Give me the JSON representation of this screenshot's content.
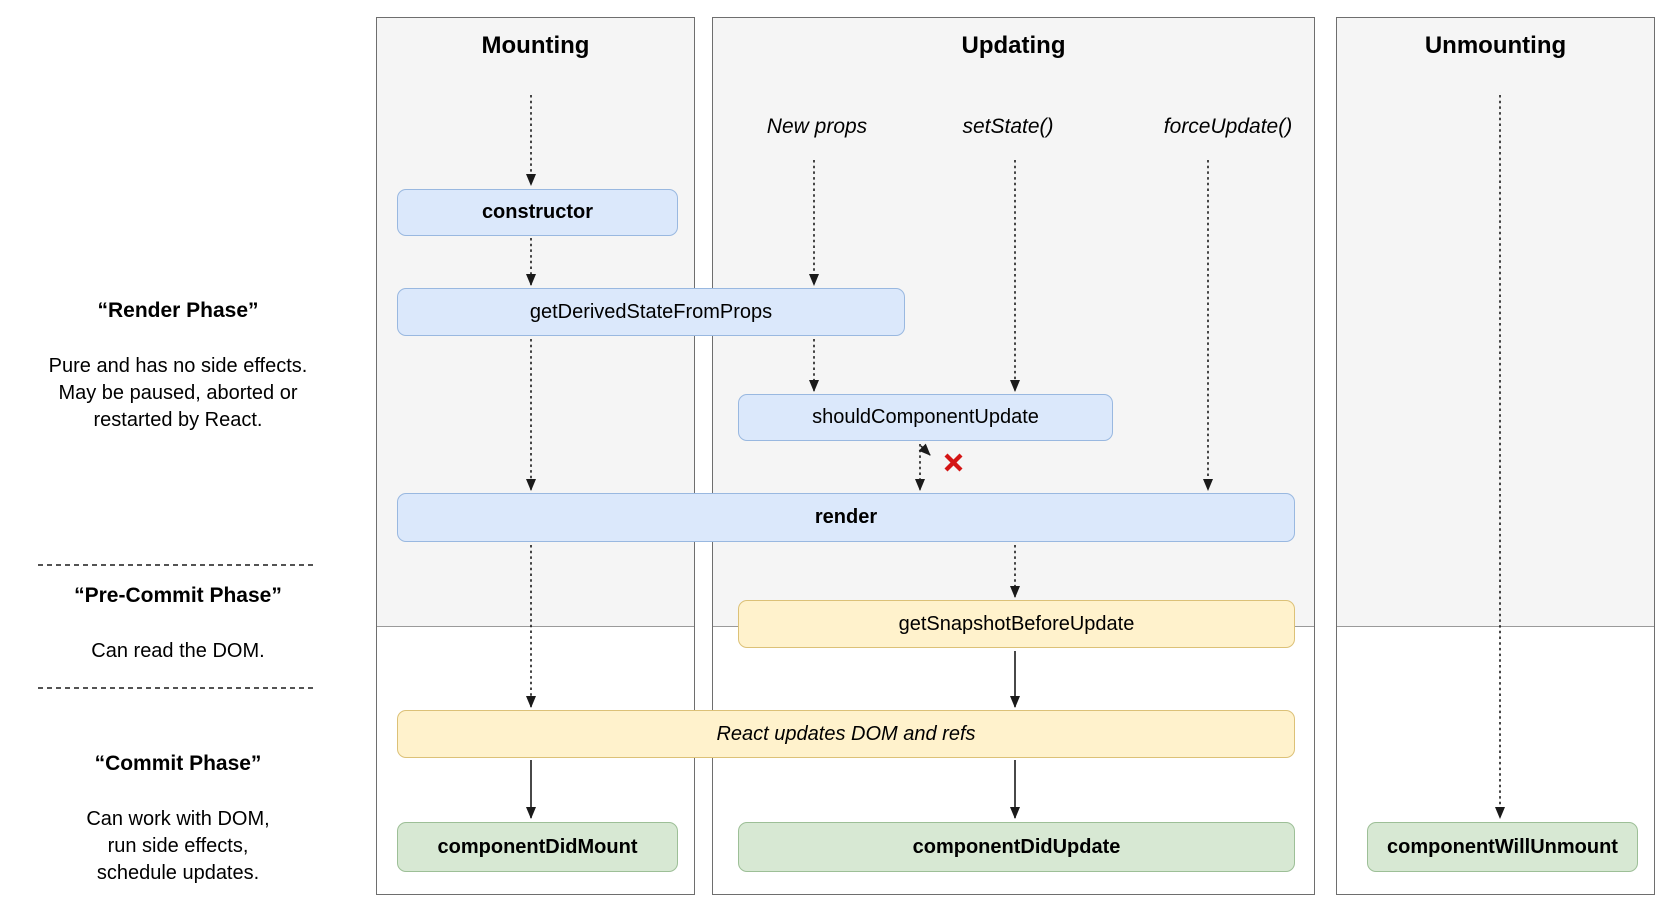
{
  "left_panel": {
    "render_phase": {
      "title": "“Render Phase”",
      "description": "Pure and has no side effects.\nMay be paused, aborted or\nrestarted by React."
    },
    "pre_commit_phase": {
      "title": "“Pre-Commit Phase”",
      "description": "Can read the DOM."
    },
    "commit_phase": {
      "title": "“Commit Phase”",
      "description": "Can work with DOM,\nrun side effects,\nschedule updates."
    }
  },
  "columns": {
    "mounting": {
      "title": "Mounting"
    },
    "updating": {
      "title": "Updating",
      "triggers": {
        "new_props": "New props",
        "set_state": "setState()",
        "force_update": "forceUpdate()"
      }
    },
    "unmounting": {
      "title": "Unmounting"
    }
  },
  "nodes": {
    "constructor": {
      "label": "constructor"
    },
    "get_derived_state_from_props": {
      "label": "getDerivedStateFromProps"
    },
    "should_component_update": {
      "label": "shouldComponentUpdate"
    },
    "render": {
      "label": "render"
    },
    "get_snapshot_before_update": {
      "label": "getSnapshotBeforeUpdate"
    },
    "react_updates_dom_and_refs": {
      "label": "React updates DOM and refs"
    },
    "component_did_mount": {
      "label": "componentDidMount"
    },
    "component_did_update": {
      "label": "componentDidUpdate"
    },
    "component_will_unmount": {
      "label": "componentWillUnmount"
    }
  },
  "icons": {
    "reject_x": "red-cross"
  },
  "colors": {
    "lifecycle_fill": "#dbe8fb",
    "lifecycle_border": "#99b8e0",
    "side_effect_fill": "#fff2cc",
    "side_effect_border": "#dcc177",
    "commit_fill": "#d7e8d3",
    "commit_border": "#9dbf97",
    "column_fill": "#f5f5f5",
    "reject_x": "#d41414"
  }
}
